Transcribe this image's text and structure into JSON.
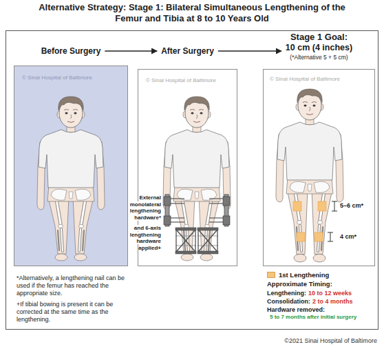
{
  "diagram": {
    "title": "Alternative Strategy: Stage 1: Bilateral Simultaneous Lengthening of the Femur and Tibia at 8 to 10 Years Old",
    "nodes": [
      {
        "text": [
          "Before Surgery"
        ]
      },
      {
        "text": [
          "After Surgery"
        ]
      },
      {
        "text": [
          "Stage 1 Goal:",
          "10 cm (4 inches)",
          "(*Alternative 5 + 5 cm)"
        ]
      }
    ],
    "edges": [
      {
        "from": 0,
        "to": 1,
        "arrow": "to"
      },
      {
        "from": 1,
        "to": 2,
        "arrow": "to"
      }
    ],
    "labels": [
      "External monolateral lengthening hardware*",
      "and 6-axis lengthening hardware applied+",
      "5–6 cm*",
      "4 cm*",
      "Approximate Timing:",
      "Lengthening:",
      "10 to 12 weeks",
      "Consolidation:",
      "2 to 4 months",
      "Hardware removed:",
      "5 to 7 months after initial surgery",
      "*Alternatively, a lengthening nail can be used if the femur has reached the appropriate size.",
      "+If tibial bowing is present it can be corrected at the same time as the lengthening.",
      "© Sinai Hospital of Baltimore",
      "© Sinai Hospital of Baltimore",
      "© Sinai Hospital of Baltimore",
      "©2021 Sinai Hospital of Baltimore"
    ],
    "legend": [
      {
        "text": "1st Lengthening",
        "color": "#f6c47a"
      }
    ]
  }
}
